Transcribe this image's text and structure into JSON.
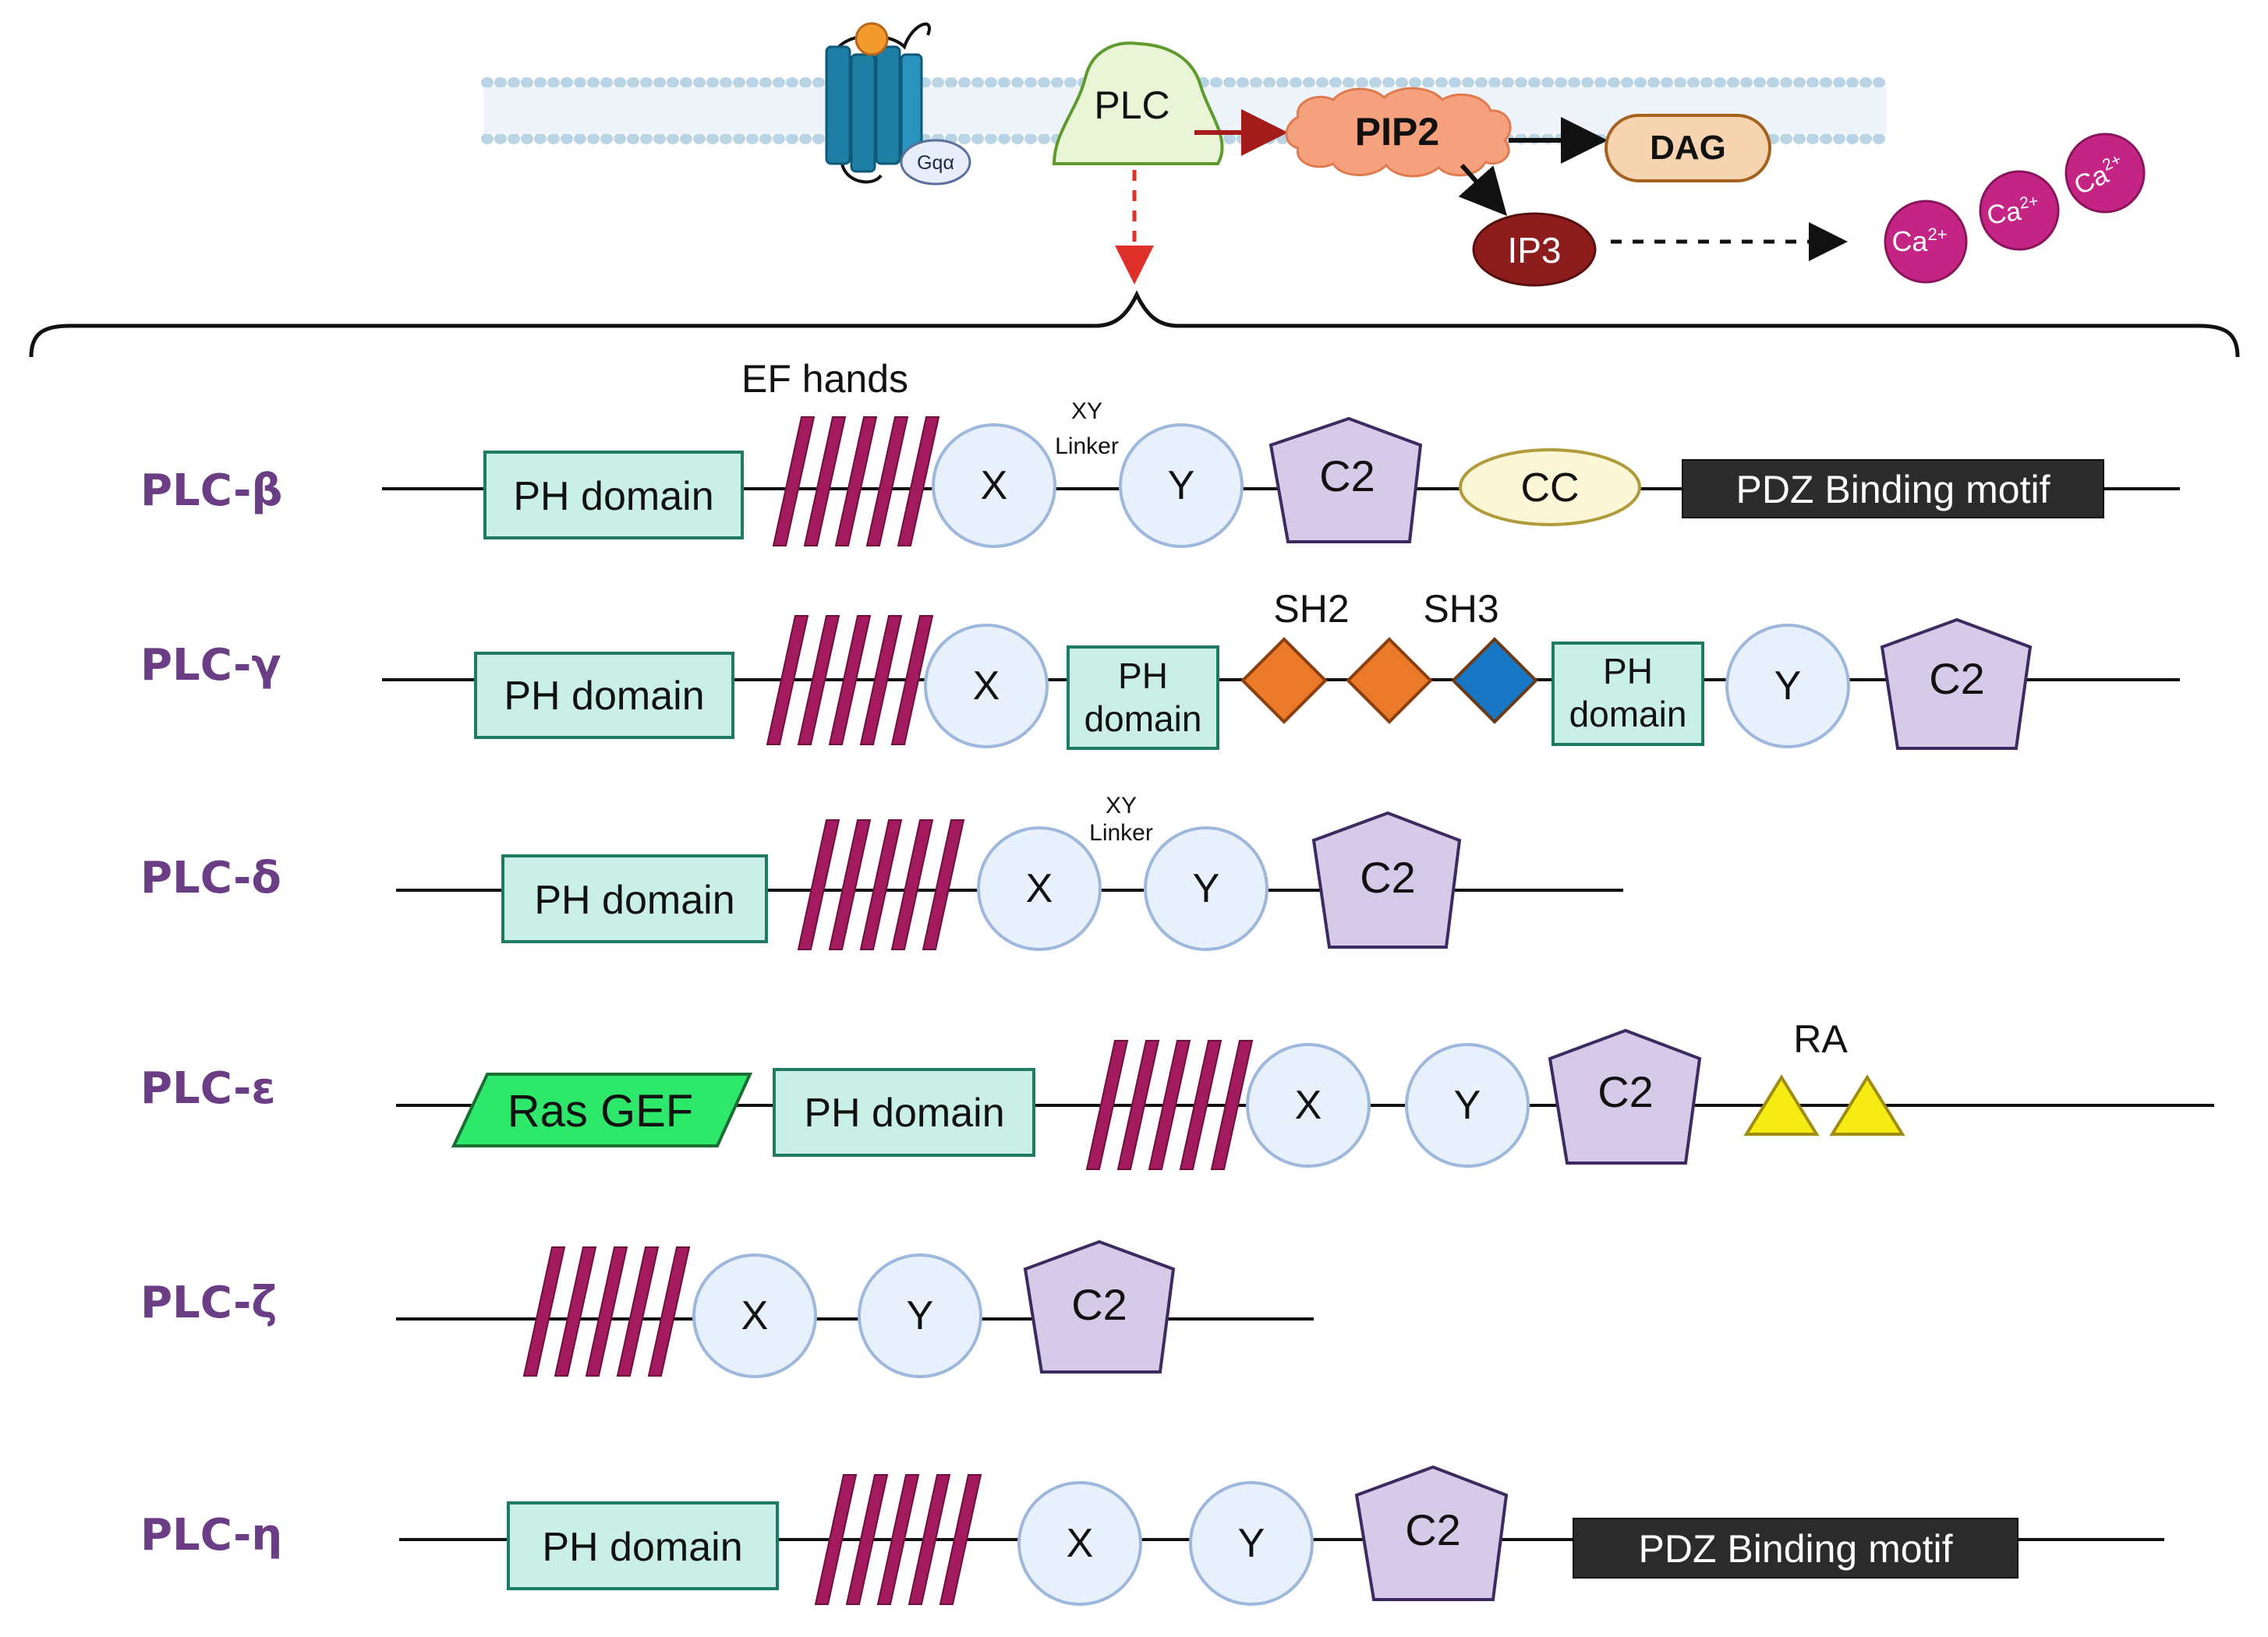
{
  "pathway": {
    "receptor_label": "Gqα",
    "plc_label": "PLC",
    "pip2_label": "PIP2",
    "dag_label": "DAG",
    "ip3_label": "IP3",
    "calcium": [
      "Ca",
      "Ca",
      "Ca"
    ],
    "calcium_charge": "2+"
  },
  "annotations": {
    "ef_hands": "EF hands",
    "xy_linker_line1": "XY",
    "xy_linker_line2": "Linker",
    "sh2": "SH2",
    "sh3": "SH3",
    "ra": "RA"
  },
  "domain_labels": {
    "ph": "PH domain",
    "ph_line1": "PH",
    "ph_line2": "domain",
    "x": "X",
    "y": "Y",
    "c2": "C2",
    "cc": "CC",
    "pdz": "PDZ Binding motif",
    "ras_gef": "Ras GEF"
  },
  "isoforms": [
    {
      "name": "PLC-β"
    },
    {
      "name": "PLC-γ"
    },
    {
      "name": "PLC-δ"
    },
    {
      "name": "PLC-ε"
    },
    {
      "name": "PLC-ζ"
    },
    {
      "name": "PLC-η"
    }
  ],
  "colors": {
    "isoform_label": "#6b3d84",
    "ph_fill": "#c9efe6",
    "ph_stroke": "#1f7a63",
    "ef_hand": "#a31b5e",
    "xy_fill": "#e7f0fb",
    "xy_stroke": "#9db8dc",
    "c2_fill": "#d5cbe8",
    "c2_stroke": "#3c2a60",
    "cc_fill": "#fbf6d6",
    "cc_stroke": "#b19a3a",
    "pdz_fill": "#2b2b2b",
    "sh2": "#ea7a2a",
    "sh3": "#1777c5",
    "ras_gef": "#2ee86b",
    "ra": "#f6ec14",
    "pip2": "#f6a17d",
    "dag": "#f6d4b0",
    "ip3": "#8d1c1c",
    "calcium": "#c42584",
    "receptor": "#1e7ea3",
    "plc_fill": "#eaf5d8",
    "plc_stroke": "#5f9a2e"
  }
}
